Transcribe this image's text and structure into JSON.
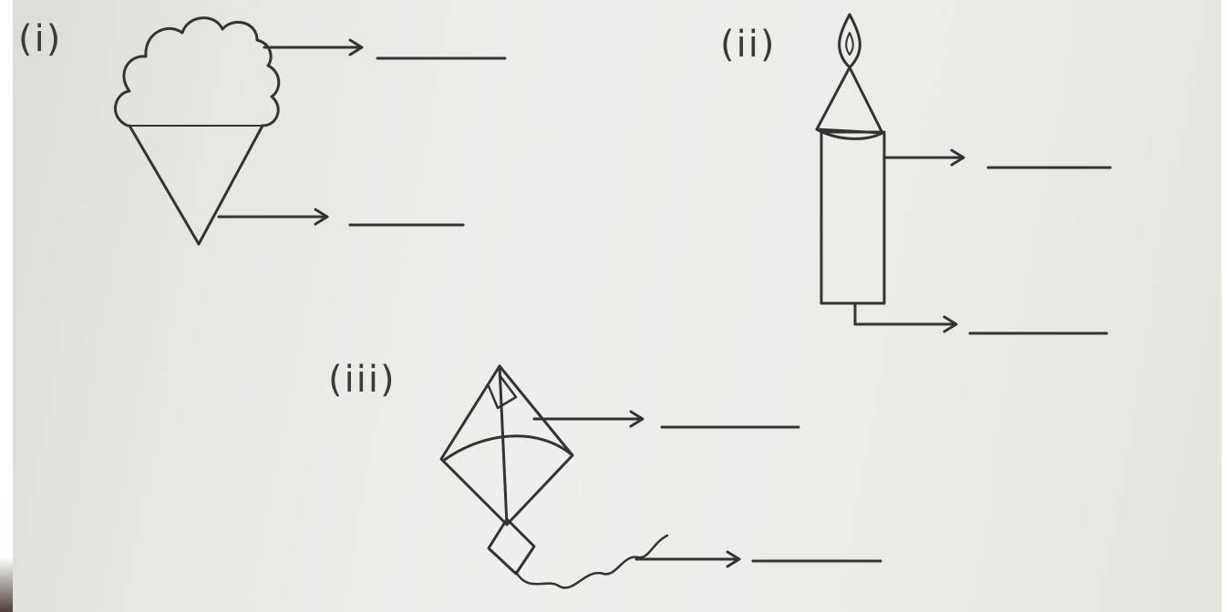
{
  "worksheet": {
    "labels": {
      "first": "(i)",
      "second": "(ii)",
      "third": "(iii)"
    },
    "drawings": [
      {
        "name": "ice-cream-cone",
        "blanks": 2
      },
      {
        "name": "candle",
        "blanks": 2
      },
      {
        "name": "kite",
        "blanks": 2
      }
    ]
  }
}
